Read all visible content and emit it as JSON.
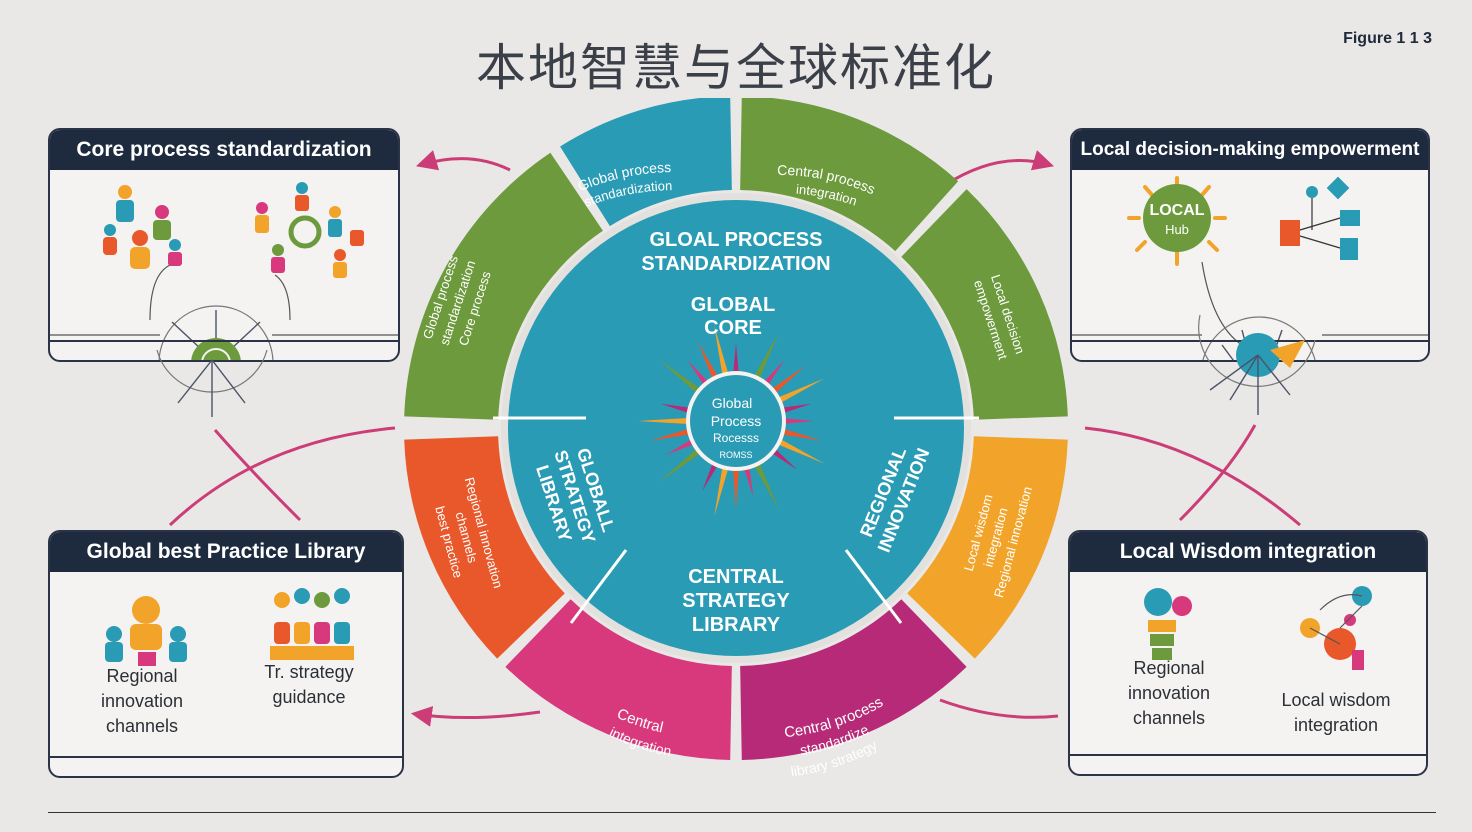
{
  "title": "本地智慧与全球标准化",
  "figure_label": "Figure 1 1 3",
  "colors": {
    "teal": "#2a9bb5",
    "green": "#6c9a3c",
    "orange": "#e9582a",
    "amber": "#f2a42a",
    "pink": "#d8397c",
    "magenta": "#b62a78",
    "navy": "#1e2a3e",
    "arrow": "#cc3d78"
  },
  "panels": {
    "core_process": {
      "header": "Core process standardization"
    },
    "local_decision": {
      "header": "Local decision-making empowerment",
      "hub_line1": "LOCAL",
      "hub_line2": "Hub"
    },
    "best_practice": {
      "header": "Global best Practice Library",
      "caption_left": [
        "Regional",
        "innovation",
        "channels"
      ],
      "caption_right": [
        "Tr. strategy",
        "guidance"
      ]
    },
    "local_wisdom": {
      "header": "Local Wisdom integration",
      "caption_left": [
        "Regional",
        "innovation",
        "channels"
      ],
      "caption_right": [
        "Local wisdom",
        "integration"
      ]
    }
  },
  "wheel": {
    "inner_top_line1": "GLOAL PROCESS",
    "inner_top_line2": "STANDARDIZATION",
    "core_line1": "GLOBAL",
    "core_line2": "CORE",
    "center_line1": "Global",
    "center_line2": "Process",
    "center_line3": "Rocesss",
    "center_line4": "ROMSS",
    "inner_bottom_line1": "CENTRAL",
    "inner_bottom_line2": "STRATEGY",
    "inner_bottom_line3": "LIBRARY",
    "inner_left_line1": "GLOBALL",
    "inner_left_line2": "STRATEGY",
    "inner_left_line3": "LIBRARY",
    "inner_right_line1": "REGIONAL",
    "inner_right_line2": "INNOVATION",
    "seg_top_teal_line1": "Global process",
    "seg_top_teal_line2": "standardization",
    "seg_top_green_line1": "Central process",
    "seg_top_green_line2": "integration",
    "seg_left_green_line1": "Global process",
    "seg_left_green_line2": "standardization",
    "seg_left_green_line3": "Core process",
    "seg_right_green_line1": "Local decision",
    "seg_right_green_line2": "empowerment",
    "seg_left_orange_line1": "Regional innovation",
    "seg_left_orange_line2": "channels",
    "seg_left_orange_line3": "best practice",
    "seg_right_amber_line1": "Local wisdom",
    "seg_right_amber_line2": "integration",
    "seg_right_amber_line3": "Regional innovation",
    "seg_bottom_pink_line1": "Central",
    "seg_bottom_pink_line2": "integration",
    "seg_bottom_magenta_line1": "Central process",
    "seg_bottom_magenta_line2": "standardize",
    "seg_bottom_magenta_line3": "library strategy"
  }
}
